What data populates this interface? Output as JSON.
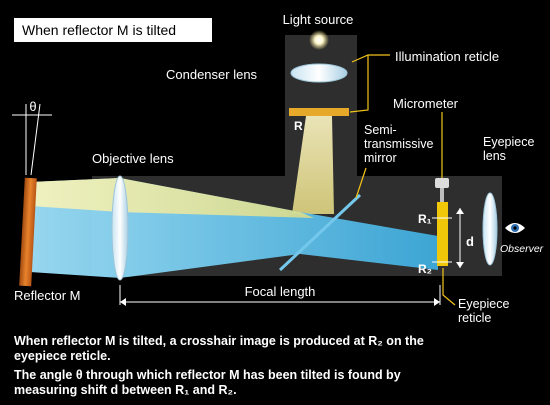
{
  "title": "When reflector M is tilted",
  "labels": {
    "light_source": "Light source",
    "illumination_reticle": "Illumination reticle",
    "condenser_lens": "Condenser lens",
    "reticle_r": "R",
    "micrometer": "Micrometer",
    "semi_mirror_1": "Semi-",
    "semi_mirror_2": "transmissive",
    "semi_mirror_3": "mirror",
    "objective_lens": "Objective lens",
    "eyepiece_lens_1": "Eyepiece",
    "eyepiece_lens_2": "lens",
    "theta": "θ",
    "r1": "R₁",
    "r2": "R₂",
    "d": "d",
    "observer": "Observer",
    "reflector_m": "Reflector M",
    "focal_length": "Focal length",
    "eyepiece_reticle_1": "Eyepiece",
    "eyepiece_reticle_2": "reticle"
  },
  "captions": {
    "line1": "When reflector M is tilted, a crosshair image is produced at R₂ on the",
    "line2": "eyepiece reticle.",
    "line3": "The angle θ through which reflector M has been tilted is found by",
    "line4": "measuring shift d between R₁ and R₂."
  },
  "colors": {
    "background": "#000000",
    "housing": "#2e2e2e",
    "beam_blue": "#5ec8ee",
    "beam_yellow": "#f4e98a",
    "reflector": "#d86a1e",
    "reticle_yellow": "#f1c70a"
  }
}
